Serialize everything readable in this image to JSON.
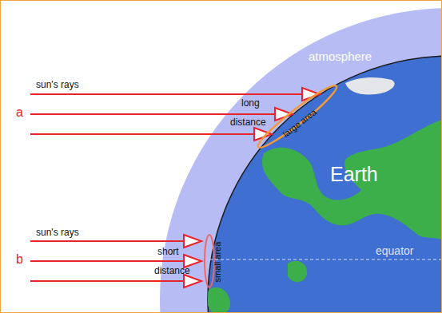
{
  "diagram": {
    "labels": [
      "atmosphere",
      "sun's rays",
      "a",
      "long",
      "distance",
      "large area",
      "Earth",
      "sun's rays",
      "b",
      "short",
      "distance",
      "small area",
      "equator"
    ]
  }
}
